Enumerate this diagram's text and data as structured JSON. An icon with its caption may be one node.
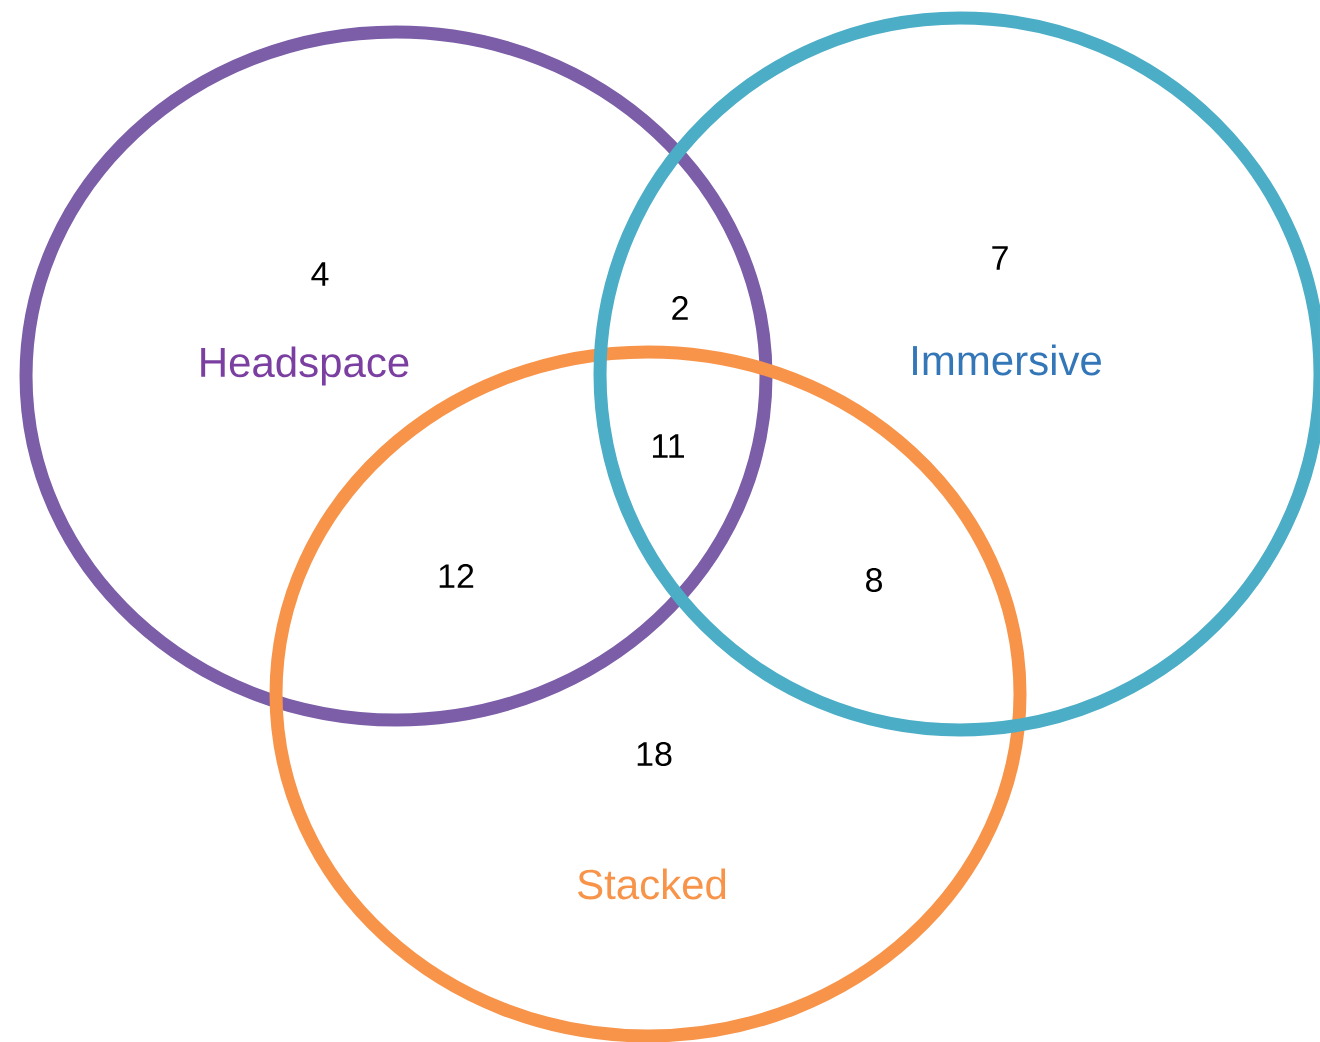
{
  "diagram": {
    "nodes": [
      {
        "text": [
          "Headspace"
        ]
      },
      {
        "text": [
          "Immersive"
        ]
      },
      {
        "text": [
          "Stacked"
        ]
      }
    ],
    "labels": [
      "4",
      "7",
      "2",
      "11",
      "12",
      "8",
      "18"
    ]
  }
}
